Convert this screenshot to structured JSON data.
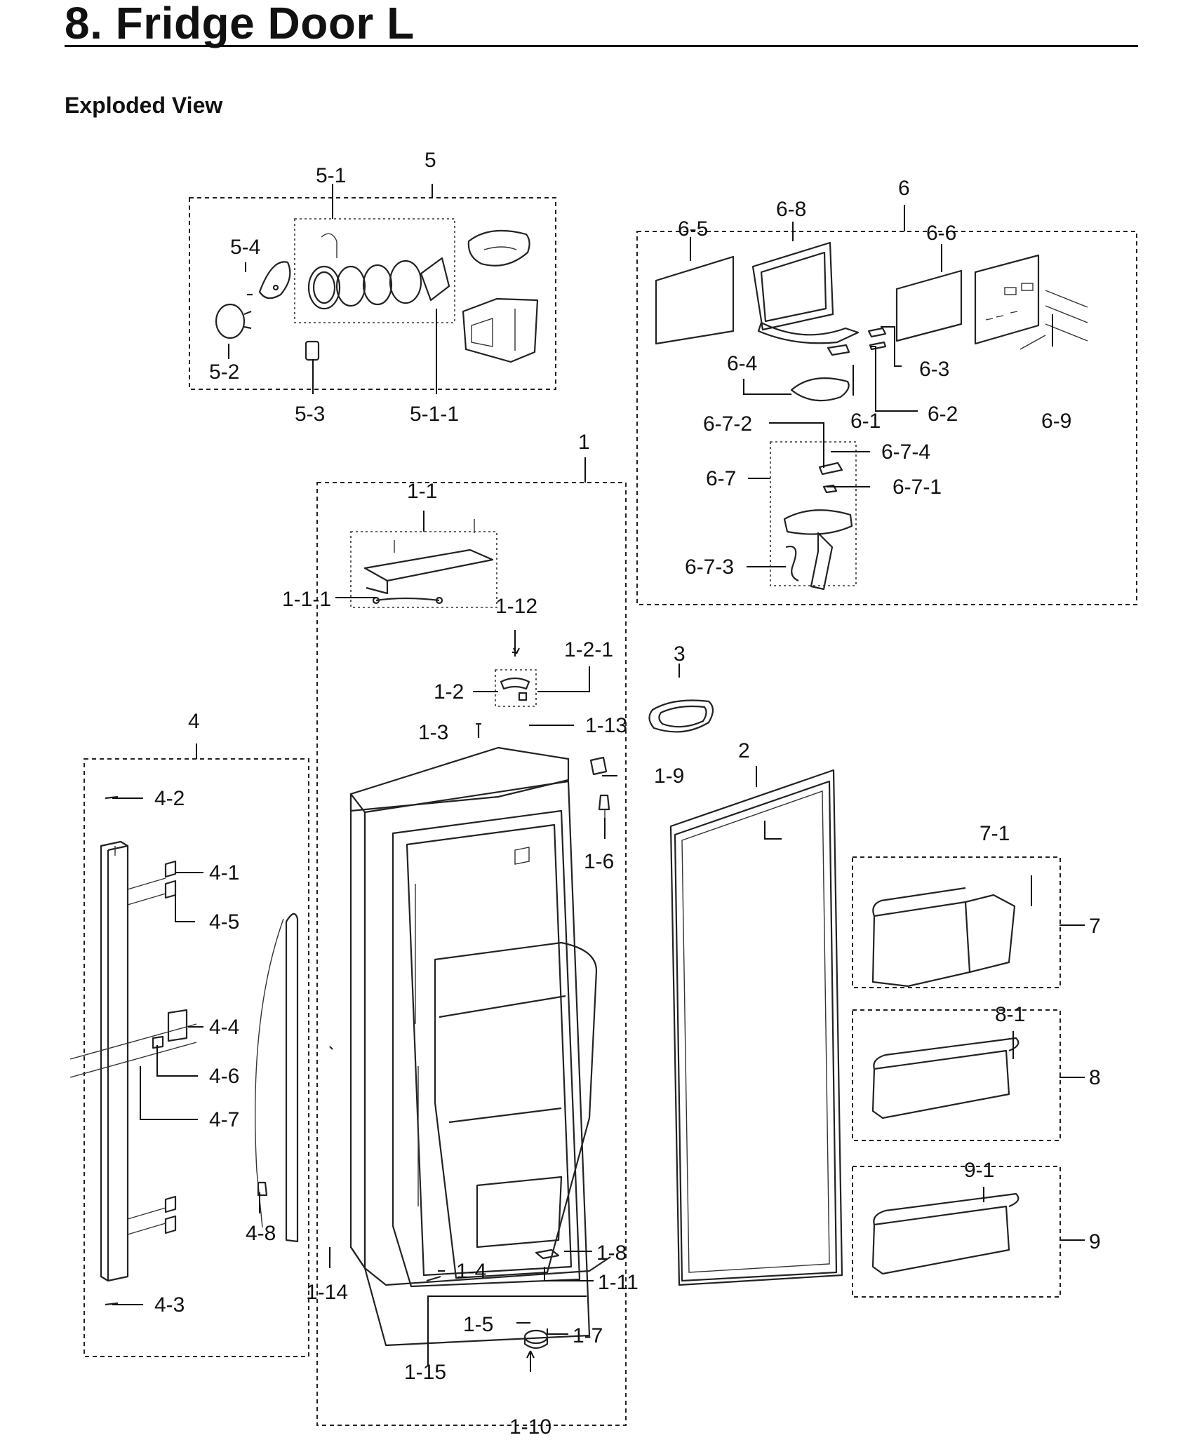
{
  "page": {
    "title": "8.  Fridge Door L",
    "subtitle": "Exploded View"
  },
  "callouts": {
    "c1": "1",
    "c1_1": "1-1",
    "c1_1_1": "1-1-1",
    "c1_2": "1-2",
    "c1_2_1": "1-2-1",
    "c1_3": "1-3",
    "c1_4": "1-4",
    "c1_5": "1-5",
    "c1_6": "1-6",
    "c1_7": "1-7",
    "c1_8": "1-8",
    "c1_9": "1-9",
    "c1_10": "1-10",
    "c1_11": "1-11",
    "c1_12": "1-12",
    "c1_13": "1-13",
    "c1_14": "1-14",
    "c1_15": "1-15",
    "c2": "2",
    "c3": "3",
    "c4": "4",
    "c4_1": "4-1",
    "c4_2": "4-2",
    "c4_3": "4-3",
    "c4_4": "4-4",
    "c4_5": "4-5",
    "c4_6": "4-6",
    "c4_7": "4-7",
    "c4_8": "4-8",
    "c5": "5",
    "c5_1": "5-1",
    "c5_1_1": "5-1-1",
    "c5_2": "5-2",
    "c5_3": "5-3",
    "c5_4": "5-4",
    "c6": "6",
    "c6_1": "6-1",
    "c6_2": "6-2",
    "c6_3": "6-3",
    "c6_4": "6-4",
    "c6_5": "6-5",
    "c6_6": "6-6",
    "c6_7": "6-7",
    "c6_7_1": "6-7-1",
    "c6_7_2": "6-7-2",
    "c6_7_3": "6-7-3",
    "c6_7_4": "6-7-4",
    "c6_8": "6-8",
    "c6_9": "6-9",
    "c7": "7",
    "c7_1": "7-1",
    "c8": "8",
    "c8_1": "8-1",
    "c9": "9",
    "c9_1": "9-1"
  }
}
